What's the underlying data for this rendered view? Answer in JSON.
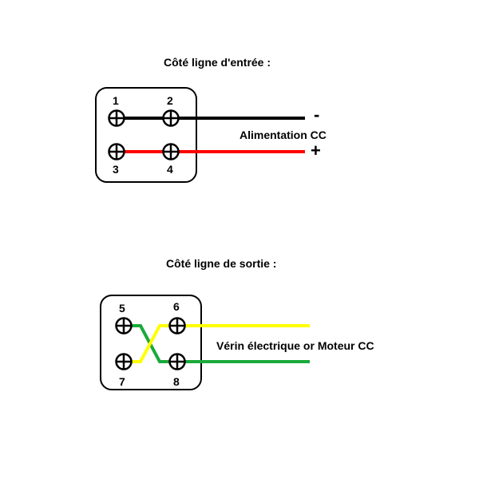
{
  "input_section": {
    "title": "Côté ligne d'entrée :",
    "terminals": [
      "1",
      "2",
      "3",
      "4"
    ],
    "power_label": "Alimentation CC",
    "minus_sign": "-",
    "plus_sign": "+",
    "wire_colors": {
      "negative": "#000000",
      "positive": "#ff0000"
    }
  },
  "output_section": {
    "title": "Côté ligne de sortie :",
    "terminals": [
      "5",
      "6",
      "7",
      "8"
    ],
    "motor_label": "Vérin électrique or Moteur CC",
    "wire_colors": {
      "yellow": "#ffff00",
      "green": "#1aaa3a"
    }
  }
}
